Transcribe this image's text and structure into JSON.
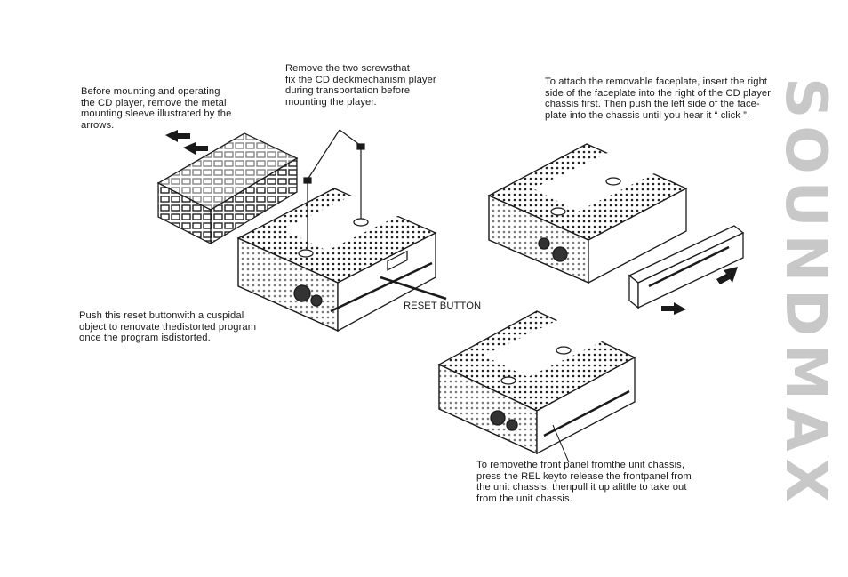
{
  "brand": "SOUNDMAX",
  "notes": {
    "mounting": "Before mounting and operating\nthe CD player, remove the metal\nmounting sleeve illustrated by the\narrows.",
    "screws": "Remove the two screwsthat\nfix the CD deckmechanism player\nduring transportation before\nmounting the player.",
    "attach": "To attach the removable faceplate, insert the right\nside of the faceplate into the right of the CD player\nchassis first. Then push the left side of the face-\nplate into the chassis until you hear it “ click ”.",
    "reset_label": "RESET BUTTON",
    "reset": "Push this reset buttonwith a cuspidal\nobject to renovate thedistorted program\nonce the program isdistorted.",
    "remove": "To removethe front panel fromthe unit chassis,\npress the REL keyto release the frontpanel from\nthe unit chassis, thenpull it up alittle to take out\nfrom the unit chassis."
  }
}
